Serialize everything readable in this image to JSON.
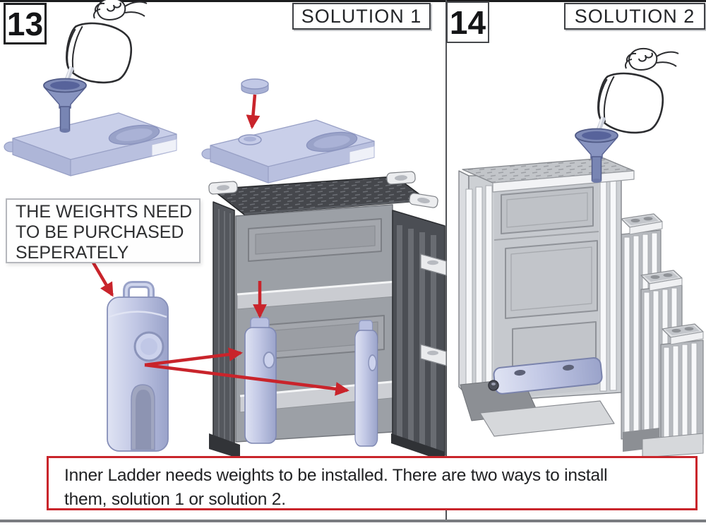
{
  "panels": {
    "solution1": {
      "step_number": "13",
      "title": "SOLUTION 1",
      "weights_note": {
        "line1": "THE WEIGHTS NEED",
        "line2": "TO BE PURCHASED",
        "line3": "SEPERATELY"
      }
    },
    "solution2": {
      "step_number": "14",
      "title": "SOLUTION 2"
    }
  },
  "footer": {
    "note_line1": "Inner Ladder needs weights to be installed. There are two ways to install",
    "note_line2": "them, solution 1 or solution 2."
  },
  "colors": {
    "accent_red": "#c9242b",
    "weight_lavender": "#bcc3e2",
    "ladder_dark_gray": "#54575d",
    "structure_light_gray": "#d0d3d7",
    "outline_dark": "#2c2d30"
  }
}
